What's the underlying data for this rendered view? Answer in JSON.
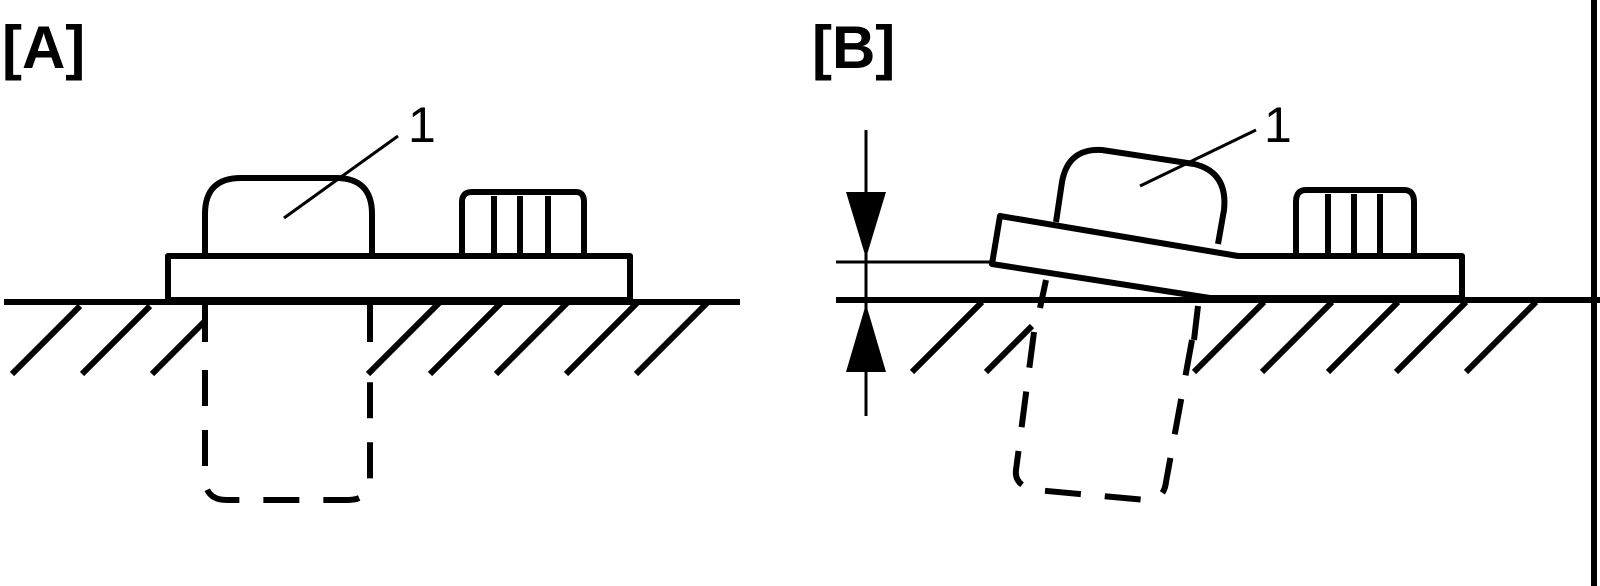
{
  "panels": [
    {
      "label": "[A]",
      "callout": "1"
    },
    {
      "label": "[B]",
      "callout": "1"
    }
  ]
}
